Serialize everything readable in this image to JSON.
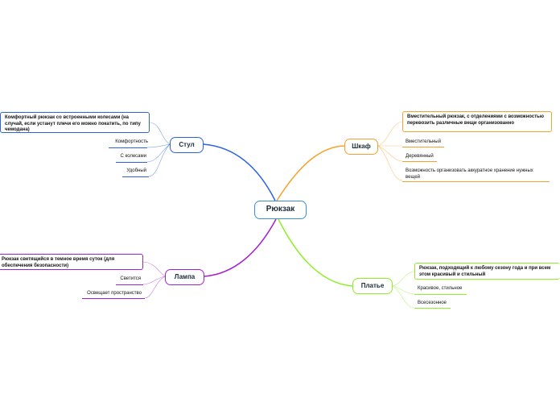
{
  "central": {
    "label": "Рюкзак"
  },
  "colors": {
    "stul": "#2c64e0",
    "shkaf": "#f5a12b",
    "lampa": "#a222cf",
    "platie": "#8ef028",
    "central_border": "#3a8fd1"
  },
  "branches": {
    "stul": {
      "label": "Стул",
      "box": "Комфортный рюкзак со встроенными колесами (на случай, если устанут плечи его можно покатить, по типу чемодана)",
      "items": [
        "Комфортность",
        "С колесами",
        "Удобный"
      ]
    },
    "shkaf": {
      "label": "Шкаф",
      "box": "Вместительный рюкзак, с отделениями с возможностью перевозить различные вещи организованно",
      "items": [
        "Вместительный",
        "Деревянный",
        "Возможность организовать аккуратное хранение нужных вещей"
      ]
    },
    "lampa": {
      "label": "Лампа",
      "box": "Рюкзак светящийся в темное время суток (для обеспечения безопасности)",
      "items": [
        "Светится",
        "Освещает пространство"
      ]
    },
    "platie": {
      "label": "Платье",
      "box": "Рюкзак, подходящий к любому сезону года и при всем этом красивый и стильный",
      "items": [
        "Красивое, стильное",
        "Всесезонное"
      ]
    }
  }
}
